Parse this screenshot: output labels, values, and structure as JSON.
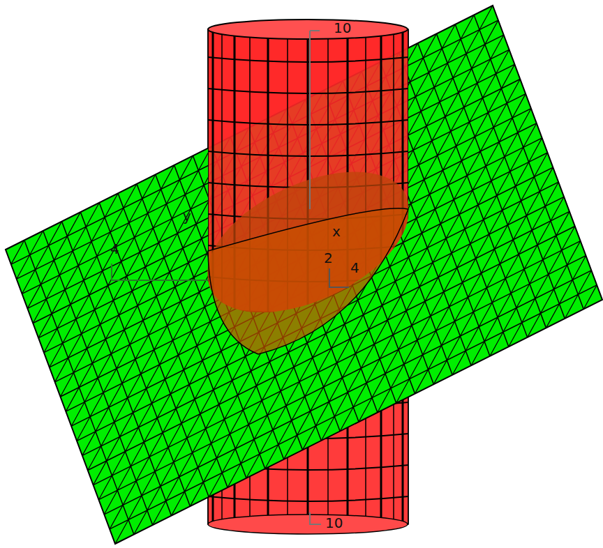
{
  "diagram": {
    "labels": [
      "10",
      "4",
      "y",
      "x",
      "2",
      "4",
      "10"
    ]
  }
}
